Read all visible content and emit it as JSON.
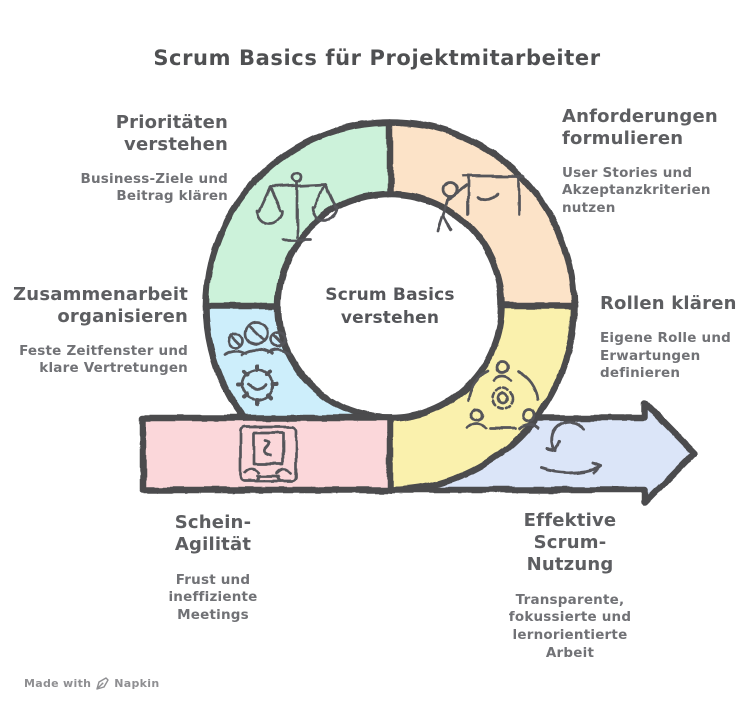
{
  "title": "Scrum Basics für Projektmitarbeiter",
  "center_label": "Scrum Basics verstehen",
  "footer": {
    "made_with": "Made with",
    "brand": "Napkin"
  },
  "colors": {
    "outline": "#4b4b4d",
    "icon": "#54555a",
    "mint": "#ccf2da",
    "peach": "#fce3c8",
    "sky": "#cdeefb",
    "yellow": "#faf1ad",
    "pink": "#fbd7da",
    "periwinkle": "#dbe5f8"
  },
  "labels": [
    {
      "id": "prioritaeten",
      "heading": "Prioritäten verstehen",
      "subtext": "Business-Ziele und Beitrag klären",
      "icon": "scales-icon"
    },
    {
      "id": "anforderungen",
      "heading": "Anforderungen formulieren",
      "subtext": "User Stories und Akzeptanzkriterien nutzen",
      "icon": "presenter-board-icon"
    },
    {
      "id": "zusammenarbeit",
      "heading": "Zusammenarbeit organisieren",
      "subtext": "Feste Zeitfenster und klare Vertretungen",
      "icon": "collaboration-gear-icon"
    },
    {
      "id": "rollen",
      "heading": "Rollen klären",
      "subtext": "Eigene Rolle und Erwartungen definieren",
      "icon": "team-gear-icon"
    },
    {
      "id": "schein",
      "heading": "Schein-Agilität",
      "subtext": "Frust und ineffiziente Meetings",
      "icon": "meeting-screen-icon"
    },
    {
      "id": "effektiv",
      "heading": "Effektive Scrum-Nutzung",
      "subtext": "Transparente, fokussierte und lernorientierte Arbeit",
      "icon": "sprint-loop-icon"
    }
  ]
}
